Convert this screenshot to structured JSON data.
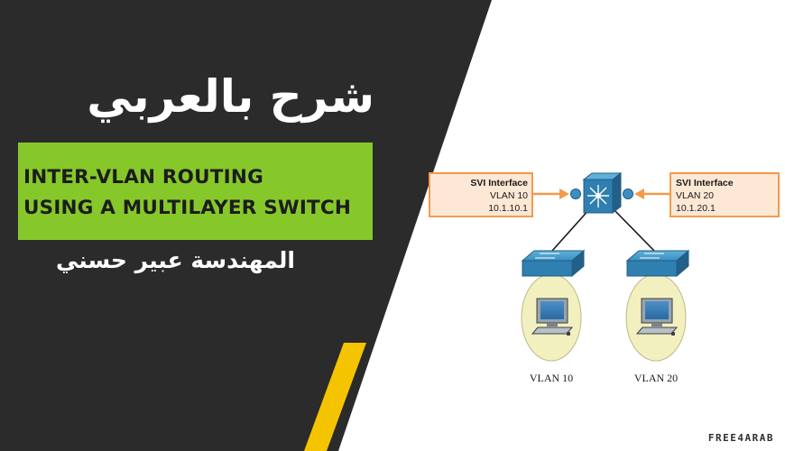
{
  "header": {
    "arabic_title": "شرح بالعربي",
    "english_title_line1": "INTER-VLAN ROUTING",
    "english_title_line2": "USING A MULTILAYER SWITCH",
    "author": "المهندسة عبير حسني"
  },
  "diagram": {
    "svi_left": {
      "title": "SVI Interface",
      "vlan": "VLAN 10",
      "ip": "10.1.10.1"
    },
    "svi_right": {
      "title": "SVI Interface",
      "vlan": "VLAN 20",
      "ip": "10.1.20.1"
    },
    "vlan_left_label": "VLAN 10",
    "vlan_right_label": "VLAN 20"
  },
  "watermark": "FREE4ARAB",
  "colors": {
    "dark_panel": "#2b2b2b",
    "green_box": "#86c82a",
    "yellow_stripe": "#f5c400",
    "svi_orange": "#f39a4b",
    "svi_fill": "#fde8d6",
    "switch_blue": "#2f7fb0",
    "vlan_oval": "#f3f0c0"
  }
}
